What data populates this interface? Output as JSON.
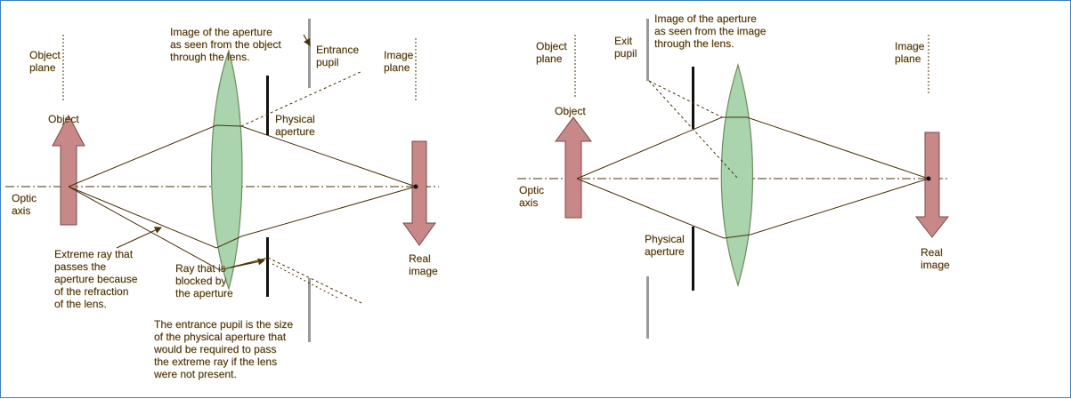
{
  "left_diagram": {
    "object_plane": "Object\nplane",
    "object": "Object",
    "optic_axis": "Optic\naxis",
    "image_of_aperture": "Image of the aperture\nas seen from the object\nthrough the lens.",
    "entrance_pupil": "Entrance\npupil",
    "image_plane": "Image\nplane",
    "physical_aperture": "Physical\naperture",
    "extreme_ray": "Extreme ray that\npasses the\naperture because\nof the refraction\nof the lens.",
    "blocked_ray": "Ray that is\nblocked by\nthe aperture",
    "real_image": "Real\nimage",
    "entrance_pupil_note": "The entrance pupil is the size\nof the physical aperture that\nwould be required to pass\nthe extreme ray if the lens\nwere not present."
  },
  "right_diagram": {
    "object_plane": "Object\nplane",
    "exit_pupil": "Exit\npupil",
    "image_of_aperture": "Image of the aperture\nas seen from the image\nthrough the lens.",
    "image_plane": "Image\nplane",
    "object": "Object",
    "optic_axis": "Optic\naxis",
    "physical_aperture": "Physical\naperture",
    "real_image": "Real\nimage"
  },
  "colors": {
    "arrow_fill": "#c88888",
    "arrow_stroke": "#7a4848",
    "lens_fill": "#a9d4ad",
    "lens_stroke": "#6f8a5c",
    "ray": "#4a3108",
    "aperture": "#111111",
    "pupil": "#999999",
    "frame": "#3f7fc4"
  }
}
